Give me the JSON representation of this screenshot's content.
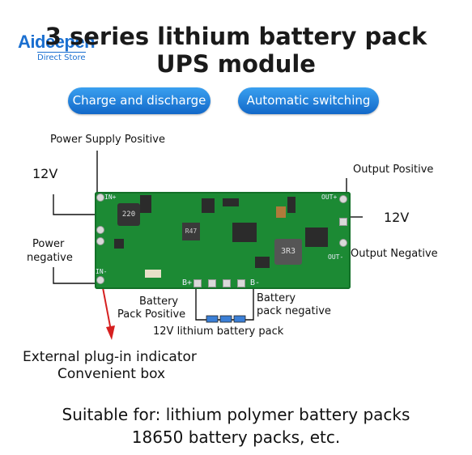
{
  "brand": {
    "name": "Aideepen",
    "tagline": "Direct Store"
  },
  "title": {
    "line1": "3 series lithium battery pack",
    "line2": "UPS module"
  },
  "badges": {
    "left": "Charge and discharge",
    "right": "Automatic switching"
  },
  "labels": {
    "power_supply_positive": "Power Supply Positive",
    "input_voltage": "12V",
    "power_negative_line1": "Power",
    "power_negative_line2": "negative",
    "output_positive": "Output Positive",
    "output_voltage": "12V",
    "output_negative": "Output Negative",
    "battery_positive_line1": "Battery",
    "battery_positive_line2": "Pack Positive",
    "battery_negative_line1": "Battery",
    "battery_negative_line2": "pack negative",
    "battery_pack": "12V lithium battery pack",
    "indicator_line1": "External plug-in indicator",
    "indicator_line2": "Convenient box"
  },
  "board_silk": {
    "in_plus": "IN+",
    "in_minus": "IN-",
    "out_plus": "OUT+",
    "out_minus": "OUT-",
    "b_plus": "B+",
    "b_minus": "B-",
    "inductor_left": "220",
    "inductor_right": "3R3",
    "mid_chip": "R47"
  },
  "footer": {
    "line1": "Suitable for: lithium polymer battery packs",
    "line2": "18650 battery packs, etc."
  },
  "colors": {
    "pill": "#1a7fdc",
    "pcb": "#1c8a34",
    "arrow": "#d62020",
    "brand": "#1a6fd0"
  }
}
